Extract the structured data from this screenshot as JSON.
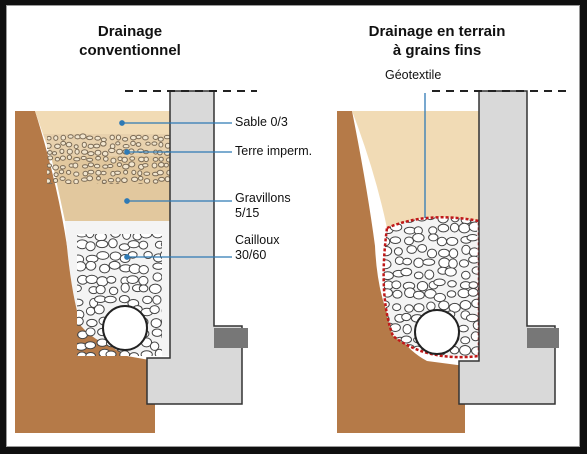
{
  "panels": [
    {
      "title_lines": [
        "Drainage",
        "conventionnel"
      ],
      "labels": [
        {
          "lines": [
            "Sable 0/3"
          ]
        },
        {
          "lines": [
            "Terre imperm."
          ]
        },
        {
          "lines": [
            "Gravillons",
            "5/15"
          ]
        },
        {
          "lines": [
            "Cailloux",
            "30/60"
          ]
        }
      ]
    },
    {
      "title_lines": [
        "Drainage en terrain",
        "à grains fins"
      ],
      "labels": [
        {
          "lines": [
            "Géotextile"
          ]
        }
      ]
    }
  ],
  "colors": {
    "soil": "#b57a48",
    "sand": "#f1dbb5",
    "imperm_soil": "#e8d1ad",
    "gravel_fill": "#e2c89e",
    "wall": "#d9d9d9",
    "leader": "#2f7ab5",
    "geotextile": "#c01818"
  }
}
